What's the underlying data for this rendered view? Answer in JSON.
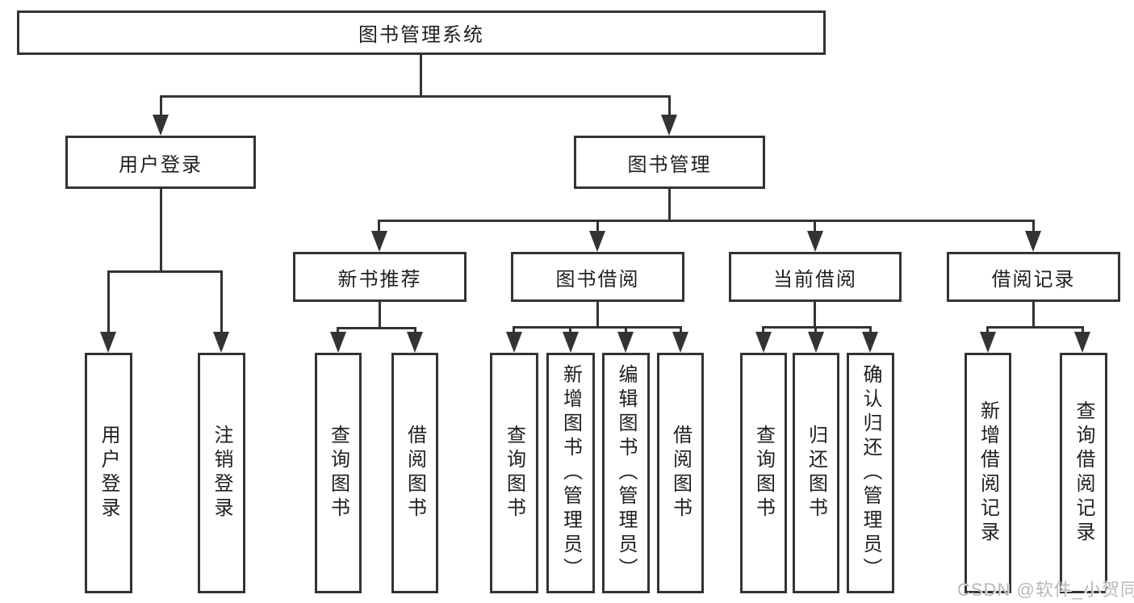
{
  "diagram": {
    "title": "图书管理系统",
    "branches": [
      {
        "label": "用户登录",
        "children": [
          "用户登录",
          "注销登录"
        ]
      },
      {
        "label": "图书管理",
        "children": [
          {
            "label": "新书推荐",
            "children": [
              "查询图书",
              "借阅图书"
            ]
          },
          {
            "label": "图书借阅",
            "children": [
              "查询图书",
              "新增图书（管理员）",
              "编辑图书（管理员）",
              "借阅图书"
            ]
          },
          {
            "label": "当前借阅",
            "children": [
              "查询图书",
              "归还图书",
              "确认归还（管理员）"
            ]
          },
          {
            "label": "借阅记录",
            "children": [
              "新增借阅记录",
              "查询借阅记录"
            ]
          }
        ]
      }
    ]
  },
  "watermark": "CSDN @软件_小贺同学",
  "colors": {
    "line": "#333333",
    "text": "#1f1f1f",
    "background": "#ffffff",
    "watermark": "#b9b9b9"
  }
}
